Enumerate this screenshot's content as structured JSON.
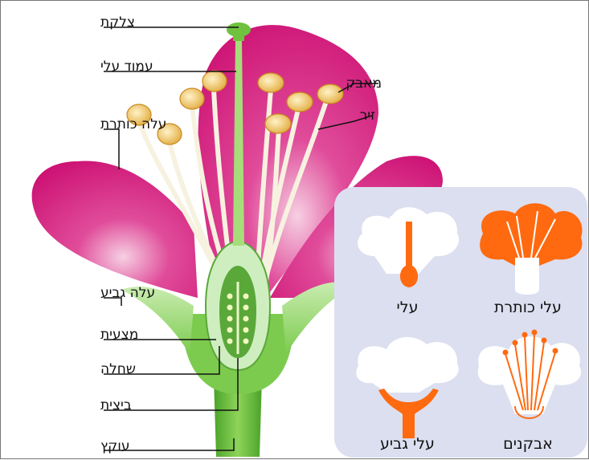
{
  "labels": {
    "stigma": "צלקת",
    "style": "עמוד עלי",
    "petal": "עלה כותרת",
    "anther": "מאבק",
    "filament": "זיר",
    "sepal": "עלה גביע",
    "ovary": "מצעית",
    "ovule": "שחלה",
    "receptacle": "ביצית",
    "stem": "עוקץ"
  },
  "panels": {
    "pistil": "עלי",
    "corolla": "עלי כותרת",
    "calyx": "עלי גביע",
    "stamens": "אבקנים"
  },
  "colors": {
    "petal": "#d4147a",
    "petal_light": "#f3b4d4",
    "stem": "#6fc13e",
    "inset_bg": "#dcdff0",
    "highlight": "#ff6a10",
    "anther": "#f1c262"
  }
}
